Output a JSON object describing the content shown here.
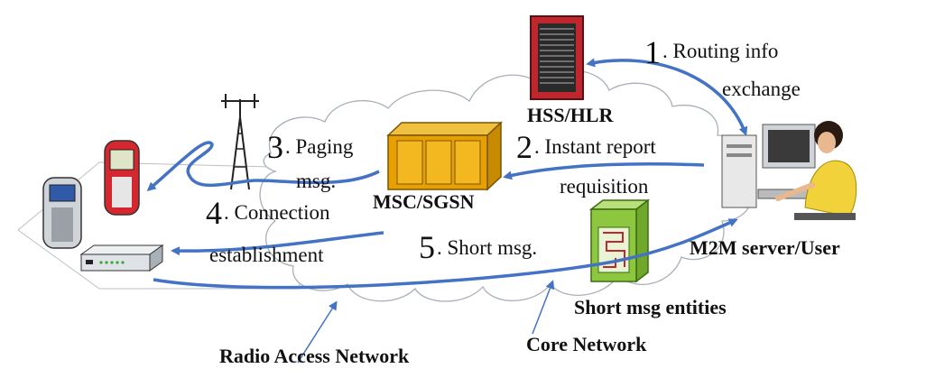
{
  "nodes": {
    "hss": "HSS/HLR",
    "msc": "MSC/SGSN",
    "m2m": "M2M server/User",
    "sme": "Short msg entities"
  },
  "networks": {
    "radio": "Radio Access Network",
    "core": "Core Network"
  },
  "steps": [
    {
      "num": "1",
      "text_line1": ". Routing info",
      "text_line2": "exchange"
    },
    {
      "num": "2",
      "text_line1": ". Instant report",
      "text_line2": "requisition"
    },
    {
      "num": "3",
      "text_line1": ". Paging",
      "text_line2": "msg."
    },
    {
      "num": "4",
      "text_line1": ". Connection",
      "text_line2": "establishment"
    },
    {
      "num": "5",
      "text_line1": ". Short msg.",
      "text_line2": ""
    }
  ],
  "colors": {
    "arrow": "#4472c4",
    "cloud": "#9aa3ad",
    "hss_red": "#c0262d",
    "msc_gold": "#e8a000",
    "sme_green": "#8dc63f"
  }
}
